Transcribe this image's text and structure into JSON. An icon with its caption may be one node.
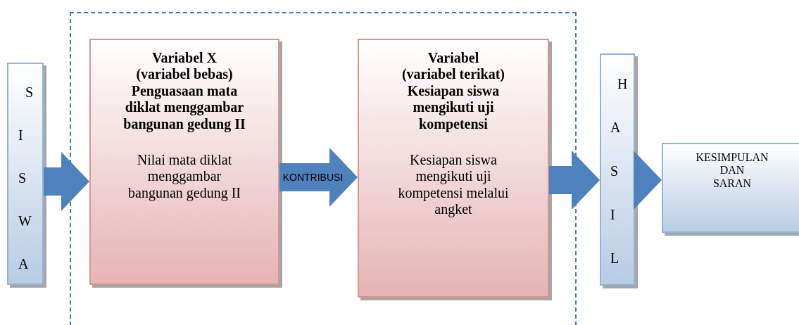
{
  "diagram": {
    "nodes": [
      {
        "text": [],
        "shape": "box"
      },
      {
        "text": [
          "SISWA"
        ]
      },
      {
        "text": [
          "Variabel X",
          "(variabel bebas)",
          "Penguasaan mata diklat menggambar bangunan gedung II",
          "Nilai mata diklat menggambar bangunan gedung II"
        ],
        "in": 0
      },
      {
        "text": [
          "Variabel",
          "(variabel terikat)",
          "Kesiapan siswa mengikuti uji kompetensi",
          "Kesiapan siswa mengikuti uji kompetensi melalui angket"
        ],
        "in": 0
      },
      {
        "text": [
          "HASIL"
        ]
      },
      {
        "text": [
          "KESIMPULAN DAN SARAN"
        ]
      }
    ],
    "edges": [
      {
        "from": 1,
        "to": 2,
        "arrow": "to"
      },
      {
        "from": 2,
        "to": 3,
        "arrow": "to",
        "label": "KONTRIBUSI"
      },
      {
        "from": 3,
        "to": 4,
        "arrow": "to"
      },
      {
        "from": 4,
        "to": 5,
        "arrow": "to"
      }
    ]
  }
}
